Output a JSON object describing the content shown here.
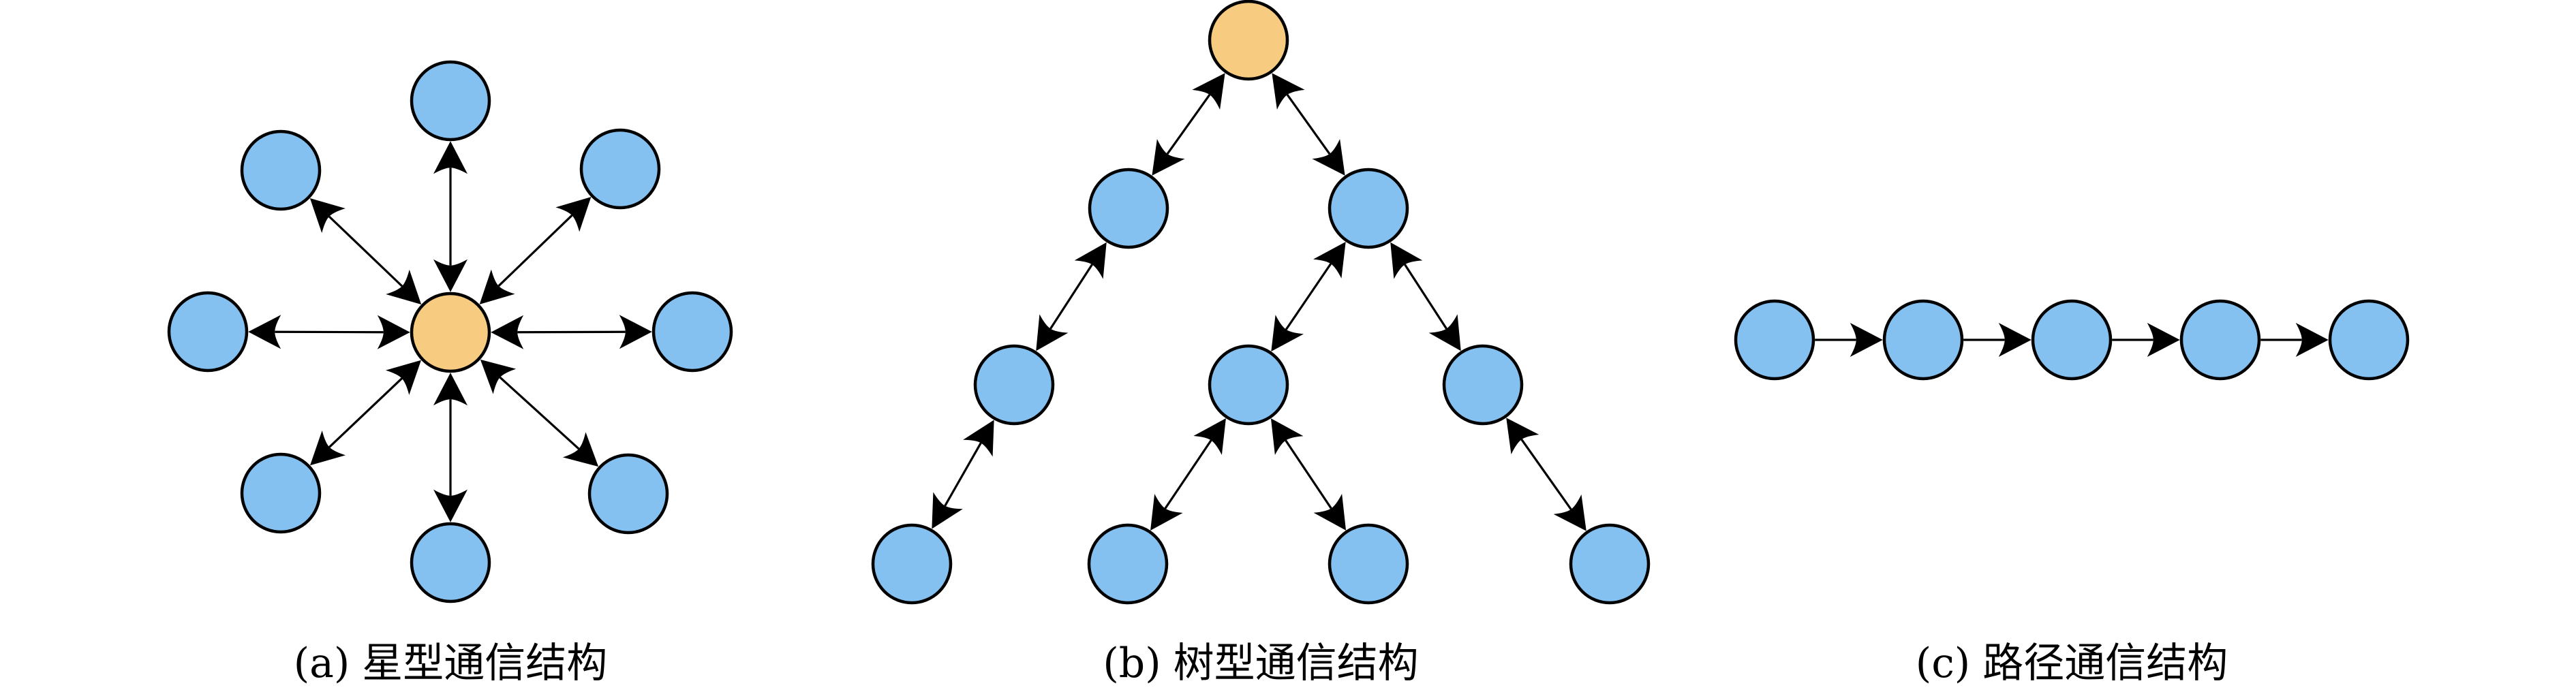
{
  "figure": {
    "colors": {
      "hub_fill": "#F7CB80",
      "node_fill": "#85C1F0",
      "stroke": "#000000",
      "background": "#FFFFFF"
    },
    "panels": [
      {
        "id": "star",
        "caption_tag": "(a)",
        "caption_text": "星型通信结构",
        "structure": "star",
        "hub": "c",
        "nodes": [
          {
            "id": "c",
            "role": "hub"
          },
          {
            "id": "n",
            "role": "leaf"
          },
          {
            "id": "ne",
            "role": "leaf"
          },
          {
            "id": "e",
            "role": "leaf"
          },
          {
            "id": "se",
            "role": "leaf"
          },
          {
            "id": "s",
            "role": "leaf"
          },
          {
            "id": "sw",
            "role": "leaf"
          },
          {
            "id": "w",
            "role": "leaf"
          },
          {
            "id": "nw",
            "role": "leaf"
          }
        ],
        "edges": [
          {
            "from": "c",
            "to": "n",
            "direction": "both"
          },
          {
            "from": "c",
            "to": "ne",
            "direction": "both"
          },
          {
            "from": "c",
            "to": "e",
            "direction": "both"
          },
          {
            "from": "c",
            "to": "se",
            "direction": "both"
          },
          {
            "from": "c",
            "to": "s",
            "direction": "both"
          },
          {
            "from": "c",
            "to": "sw",
            "direction": "both"
          },
          {
            "from": "c",
            "to": "w",
            "direction": "both"
          },
          {
            "from": "c",
            "to": "nw",
            "direction": "both"
          }
        ]
      },
      {
        "id": "tree",
        "caption_tag": "(b)",
        "caption_text": "树型通信结构",
        "structure": "tree",
        "hub": "r",
        "nodes": [
          {
            "id": "r",
            "role": "root"
          },
          {
            "id": "a",
            "role": "node"
          },
          {
            "id": "b",
            "role": "node"
          },
          {
            "id": "a1",
            "role": "node"
          },
          {
            "id": "b1",
            "role": "node"
          },
          {
            "id": "b2",
            "role": "node"
          },
          {
            "id": "a11",
            "role": "leaf"
          },
          {
            "id": "b11",
            "role": "leaf"
          },
          {
            "id": "b12",
            "role": "leaf"
          },
          {
            "id": "b21",
            "role": "leaf"
          }
        ],
        "edges": [
          {
            "from": "r",
            "to": "a",
            "direction": "both"
          },
          {
            "from": "r",
            "to": "b",
            "direction": "both"
          },
          {
            "from": "a",
            "to": "a1",
            "direction": "both"
          },
          {
            "from": "b",
            "to": "b1",
            "direction": "both"
          },
          {
            "from": "b",
            "to": "b2",
            "direction": "both"
          },
          {
            "from": "a1",
            "to": "a11",
            "direction": "both"
          },
          {
            "from": "b1",
            "to": "b11",
            "direction": "both"
          },
          {
            "from": "b1",
            "to": "b12",
            "direction": "both"
          },
          {
            "from": "b2",
            "to": "b21",
            "direction": "both"
          }
        ]
      },
      {
        "id": "path",
        "caption_tag": "(c)",
        "caption_text": "路径通信结构",
        "structure": "path",
        "hub": null,
        "nodes": [
          {
            "id": "p1",
            "role": "node"
          },
          {
            "id": "p2",
            "role": "node"
          },
          {
            "id": "p3",
            "role": "node"
          },
          {
            "id": "p4",
            "role": "node"
          },
          {
            "id": "p5",
            "role": "node"
          }
        ],
        "edges": [
          {
            "from": "p1",
            "to": "p2",
            "direction": "forward"
          },
          {
            "from": "p2",
            "to": "p3",
            "direction": "forward"
          },
          {
            "from": "p3",
            "to": "p4",
            "direction": "forward"
          },
          {
            "from": "p4",
            "to": "p5",
            "direction": "forward"
          }
        ]
      }
    ]
  }
}
